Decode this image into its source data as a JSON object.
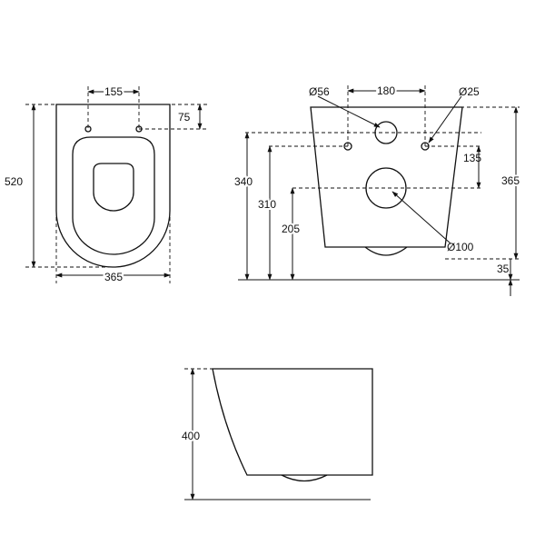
{
  "front_view": {
    "fixing_spacing": "155",
    "fixing_height": "75",
    "total_length": "520",
    "total_width": "365"
  },
  "rear_view": {
    "waste_diameter": "Ø56",
    "fixing_diameter": "Ø25",
    "outlet_diameter": "Ø100",
    "fixing_spacing": "180",
    "fixing_drop": "135",
    "height": "365",
    "fixing_height": "340",
    "waste_height": "310",
    "outlet_height": "205",
    "base_offset": "35"
  },
  "side_view": {
    "height": "400"
  }
}
